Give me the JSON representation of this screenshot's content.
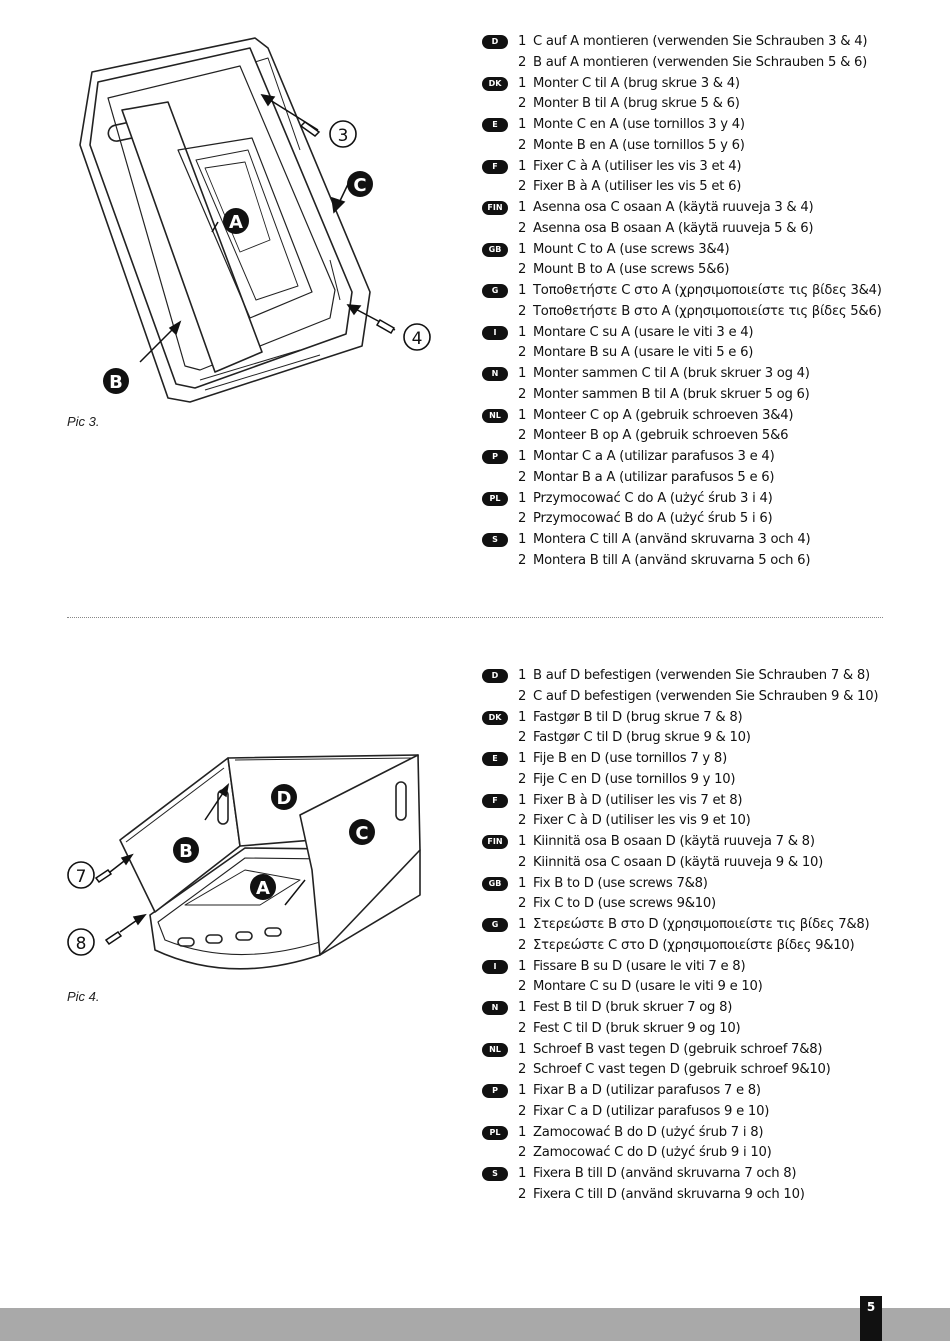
{
  "figures": {
    "pic3": {
      "caption": "Pic 3.",
      "labels": {
        "a": "A",
        "b": "B",
        "c": "C",
        "screw1": "3",
        "screw2": "4"
      }
    },
    "pic4": {
      "caption": "Pic 4.",
      "labels": {
        "a": "A",
        "b": "B",
        "c": "C",
        "d": "D",
        "screw1": "7",
        "screw2": "8"
      }
    }
  },
  "section1": [
    {
      "lang": "D",
      "num": "1",
      "text": "C auf A montieren (verwenden Sie Schrauben 3 & 4)"
    },
    {
      "lang": "",
      "num": "2",
      "text": "B auf A montieren (verwenden Sie Schrauben 5 & 6)"
    },
    {
      "lang": "DK",
      "num": "1",
      "text": "Monter C til A (brug skrue 3 & 4)"
    },
    {
      "lang": "",
      "num": "2",
      "text": "Monter B til A (brug skrue 5 & 6)"
    },
    {
      "lang": "E",
      "num": "1",
      "text": "Monte C en A (use tornillos 3 y 4)"
    },
    {
      "lang": "",
      "num": "2",
      "text": "Monte B en A (use tornillos 5 y 6)"
    },
    {
      "lang": "F",
      "num": "1",
      "text": "Fixer C à A (utiliser les vis 3 et 4)"
    },
    {
      "lang": "",
      "num": "2",
      "text": "Fixer B à A (utiliser les vis 5 et 6)"
    },
    {
      "lang": "FIN",
      "num": "1",
      "text": "Asenna osa C osaan A (käytä ruuveja 3 & 4)"
    },
    {
      "lang": "",
      "num": "2",
      "text": "Asenna osa B osaan A (käytä ruuveja 5 & 6)"
    },
    {
      "lang": "GB",
      "num": "1",
      "text": "Mount C to A (use screws 3&4)"
    },
    {
      "lang": "",
      "num": "2",
      "text": "Mount B to A (use screws 5&6)"
    },
    {
      "lang": "G",
      "num": "1",
      "text": "Τοποθετήστε C στο A (χρησιμοποιείστε τις βίδες 3&4)"
    },
    {
      "lang": "",
      "num": "2",
      "text": "Τοποθετήστε B στο A (χρησιμοποιείστε τις βίδες 5&6)"
    },
    {
      "lang": "I",
      "num": "1",
      "text": "Montare C su A (usare le viti 3 e 4)"
    },
    {
      "lang": "",
      "num": "2",
      "text": "Montare B su A (usare le viti 5 e 6)"
    },
    {
      "lang": "N",
      "num": "1",
      "text": "Monter sammen C til A (bruk skruer 3 og 4)"
    },
    {
      "lang": "",
      "num": "2",
      "text": "Monter sammen B til A (bruk skruer 5 og 6)"
    },
    {
      "lang": "NL",
      "num": "1",
      "text": "Monteer C op A (gebruik schroeven 3&4)"
    },
    {
      "lang": "",
      "num": "2",
      "text": "Monteer B op A (gebruik schroeven 5&6"
    },
    {
      "lang": "P",
      "num": "1",
      "text": "Montar C a A (utilizar parafusos 3 e 4)"
    },
    {
      "lang": "",
      "num": "2",
      "text": "Montar B a A (utilizar parafusos 5 e 6)"
    },
    {
      "lang": "PL",
      "num": "1",
      "text": "Przymocować C do A (użyć śrub 3 i 4)"
    },
    {
      "lang": "",
      "num": "2",
      "text": "Przymocować B do A (użyć śrub 5 i 6)"
    },
    {
      "lang": "S",
      "num": "1",
      "text": "Montera C till A (använd skruvarna 3 och 4)"
    },
    {
      "lang": "",
      "num": "2",
      "text": "Montera B till A (använd skruvarna 5 och 6)"
    }
  ],
  "section2": [
    {
      "lang": "D",
      "num": "1",
      "text": "B auf D befestigen (verwenden Sie Schrauben 7 & 8)"
    },
    {
      "lang": "",
      "num": "2",
      "text": "C auf D befestigen (verwenden Sie Schrauben 9 & 10)"
    },
    {
      "lang": "DK",
      "num": "1",
      "text": "Fastgør B til D (brug skrue 7 & 8)"
    },
    {
      "lang": "",
      "num": "2",
      "text": "Fastgør C til D (brug skrue 9 & 10)"
    },
    {
      "lang": "E",
      "num": "1",
      "text": "Fije B en D (use tornillos 7 y 8)"
    },
    {
      "lang": "",
      "num": "2",
      "text": "Fije C en D (use tornillos 9 y 10)"
    },
    {
      "lang": "F",
      "num": "1",
      "text": "Fixer B à D (utiliser les vis 7 et 8)"
    },
    {
      "lang": "",
      "num": "2",
      "text": "Fixer C à D (utiliser les vis 9 et 10)"
    },
    {
      "lang": "FIN",
      "num": "1",
      "text": "Kiinnitä osa B osaan D (käytä ruuveja 7 & 8)"
    },
    {
      "lang": "",
      "num": "2",
      "text": "Kiinnitä osa C osaan D (käytä ruuveja 9 & 10)"
    },
    {
      "lang": "GB",
      "num": "1",
      "text": "Fix B to D (use screws 7&8)"
    },
    {
      "lang": "",
      "num": "2",
      "text": "Fix C to D (use screws 9&10)"
    },
    {
      "lang": "G",
      "num": "1",
      "text": "Στερεώστε B στο D (χρησιμοποιείστε τις βίδες 7&8)"
    },
    {
      "lang": "",
      "num": "2",
      "text": "Στερεώστε C στο D (χρησιμοποιείστε βίδες 9&10)"
    },
    {
      "lang": "I",
      "num": "1",
      "text": "Fissare B su D (usare le viti 7 e 8)"
    },
    {
      "lang": "",
      "num": "2",
      "text": "Montare C su D (usare le viti 9 e 10)"
    },
    {
      "lang": "N",
      "num": "1",
      "text": "Fest B til D (bruk skruer 7 og 8)"
    },
    {
      "lang": "",
      "num": "2",
      "text": "Fest C til D (bruk skruer 9 og 10)"
    },
    {
      "lang": "NL",
      "num": "1",
      "text": "Schroef B vast tegen D (gebruik schroef 7&8)"
    },
    {
      "lang": "",
      "num": "2",
      "text": "Schroef C vast tegen D (gebruik schroef 9&10)"
    },
    {
      "lang": "P",
      "num": "1",
      "text": "Fixar B a D (utilizar parafusos 7 e 8)"
    },
    {
      "lang": "",
      "num": "2",
      "text": "Fixar C a D (utilizar parafusos 9 e 10)"
    },
    {
      "lang": "PL",
      "num": "1",
      "text": "Zamocować B do D (użyć śrub 7 i 8)"
    },
    {
      "lang": "",
      "num": "2",
      "text": "Zamocować C do D (użyć śrub 9 i 10)"
    },
    {
      "lang": "S",
      "num": "1",
      "text": "Fixera B till D (använd skruvarna 7 och 8)"
    },
    {
      "lang": "",
      "num": "2",
      "text": "Fixera C till D (använd skruvarna 9 och 10)"
    }
  ],
  "page_number": "5"
}
